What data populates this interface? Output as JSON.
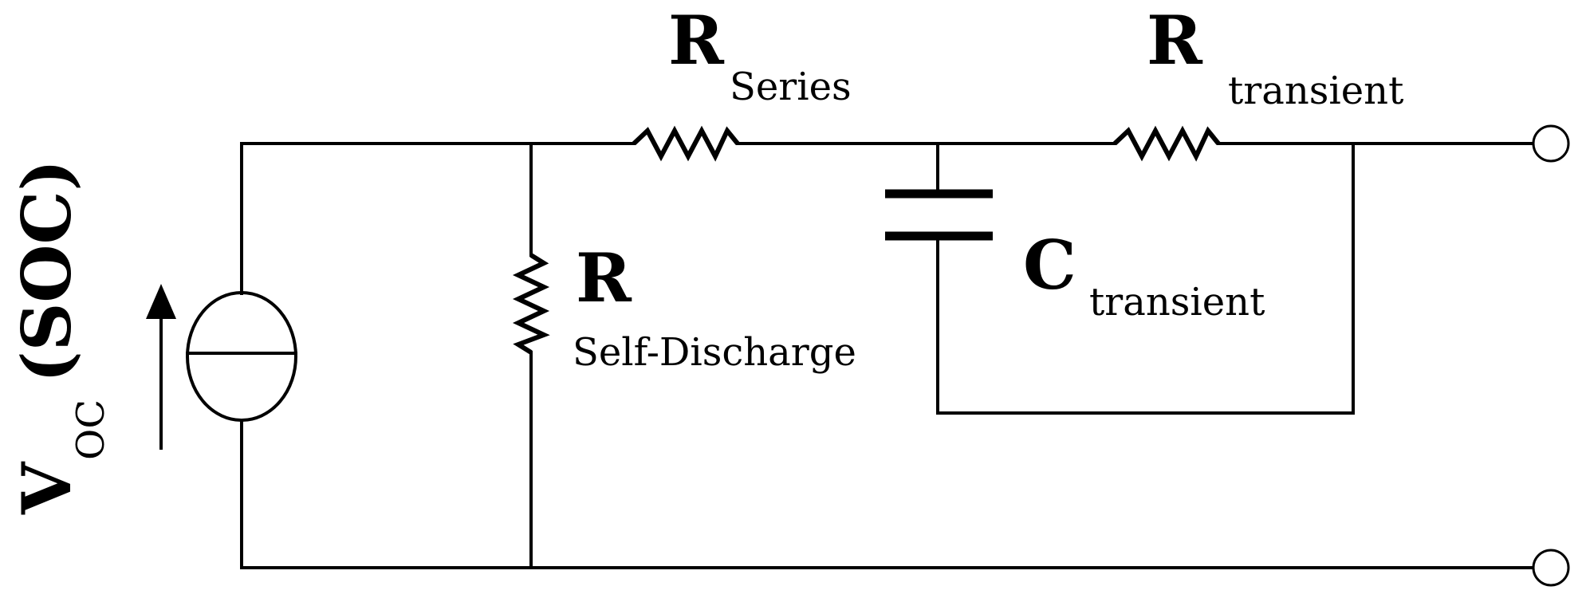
{
  "colors": {
    "wire": "#000000",
    "background": "#ffffff"
  },
  "labels": {
    "r_series": {
      "main": "R",
      "sub": "Series"
    },
    "r_transient": {
      "main": "R",
      "sub": "transient"
    },
    "r_self_discharge": {
      "main": "R",
      "sub": "Self-Discharge"
    },
    "c_transient": {
      "main": "C",
      "sub": "transient"
    },
    "voltage_source": {
      "main": "V",
      "sub": "OC",
      "arg": "(SOC)"
    }
  },
  "icons": {
    "voltage_source": "voltage-source-icon",
    "arrow": "arrow-up-icon",
    "terminal": "terminal-icon"
  }
}
